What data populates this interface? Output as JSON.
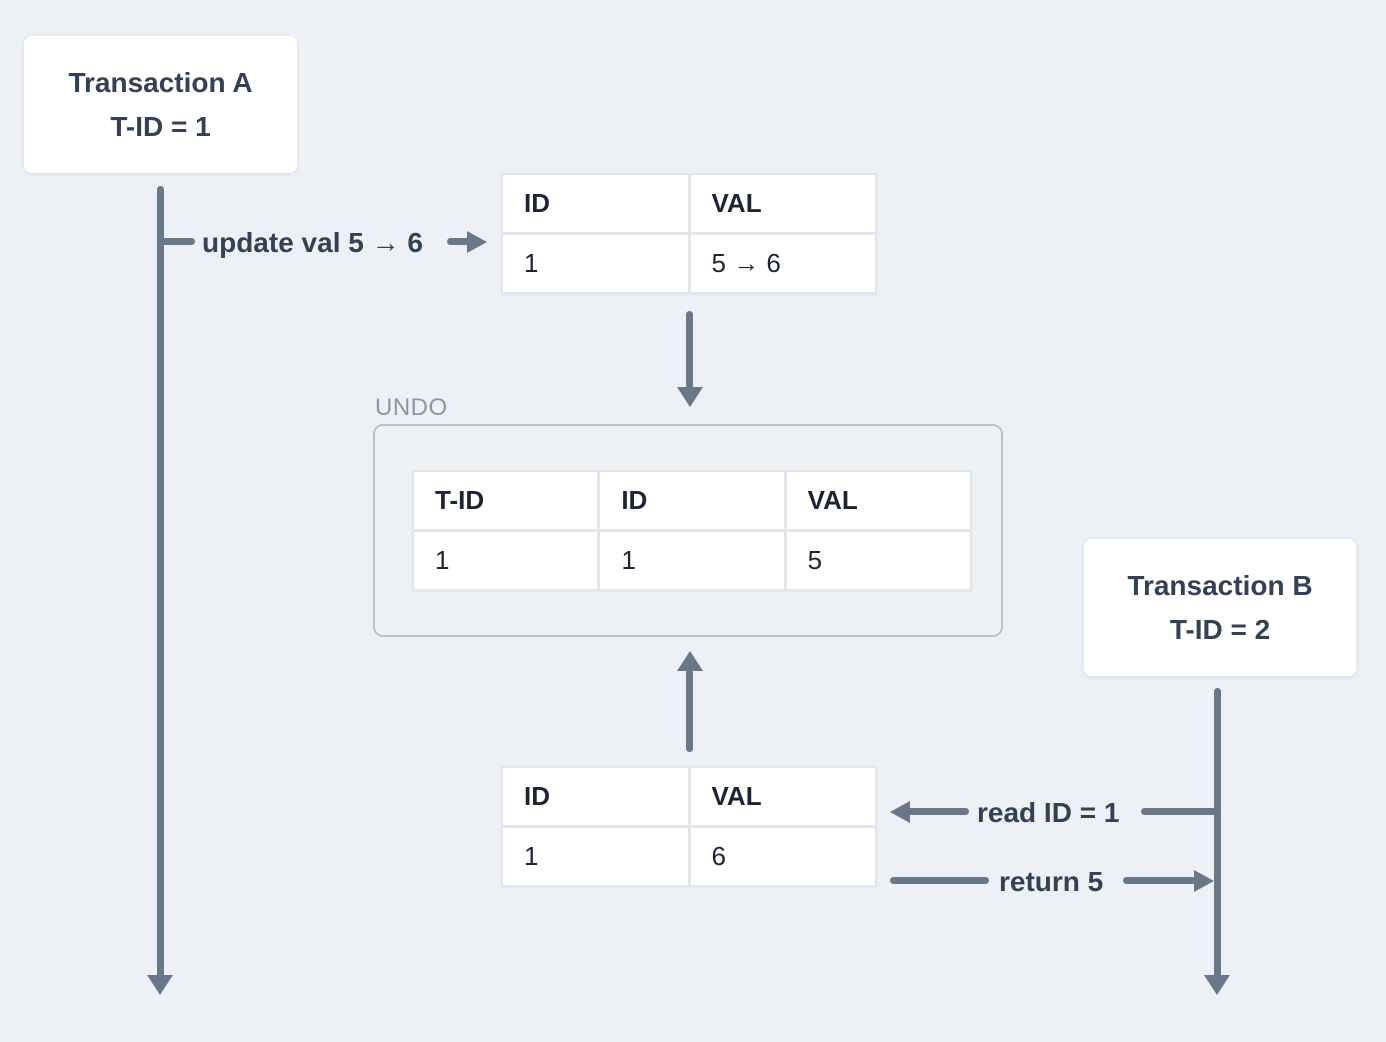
{
  "colors": {
    "page_bg": "#edf0f4",
    "stroke": "#697788",
    "text": "#334155",
    "table_text": "#1b2533",
    "muted": "#8d97a4",
    "frame": "#b9c3cf",
    "table_border": "#e2e6eb",
    "card_bg": "#ffffff"
  },
  "transaction_a": {
    "title": "Transaction A",
    "tid": "T-ID = 1"
  },
  "transaction_b": {
    "title": "Transaction B",
    "tid": "T-ID = 2"
  },
  "actions": {
    "update": "update val 5 → 6",
    "read": "read ID = 1",
    "return": "return 5"
  },
  "undo": {
    "label": "UNDO"
  },
  "tables": {
    "before": {
      "headers": [
        "ID",
        "VAL"
      ],
      "rows": [
        [
          "1",
          "5 → 6"
        ]
      ]
    },
    "undo_log": {
      "headers": [
        "T-ID",
        "ID",
        "VAL"
      ],
      "rows": [
        [
          "1",
          "1",
          "5"
        ]
      ]
    },
    "current": {
      "headers": [
        "ID",
        "VAL"
      ],
      "rows": [
        [
          "1",
          "6"
        ]
      ]
    }
  }
}
